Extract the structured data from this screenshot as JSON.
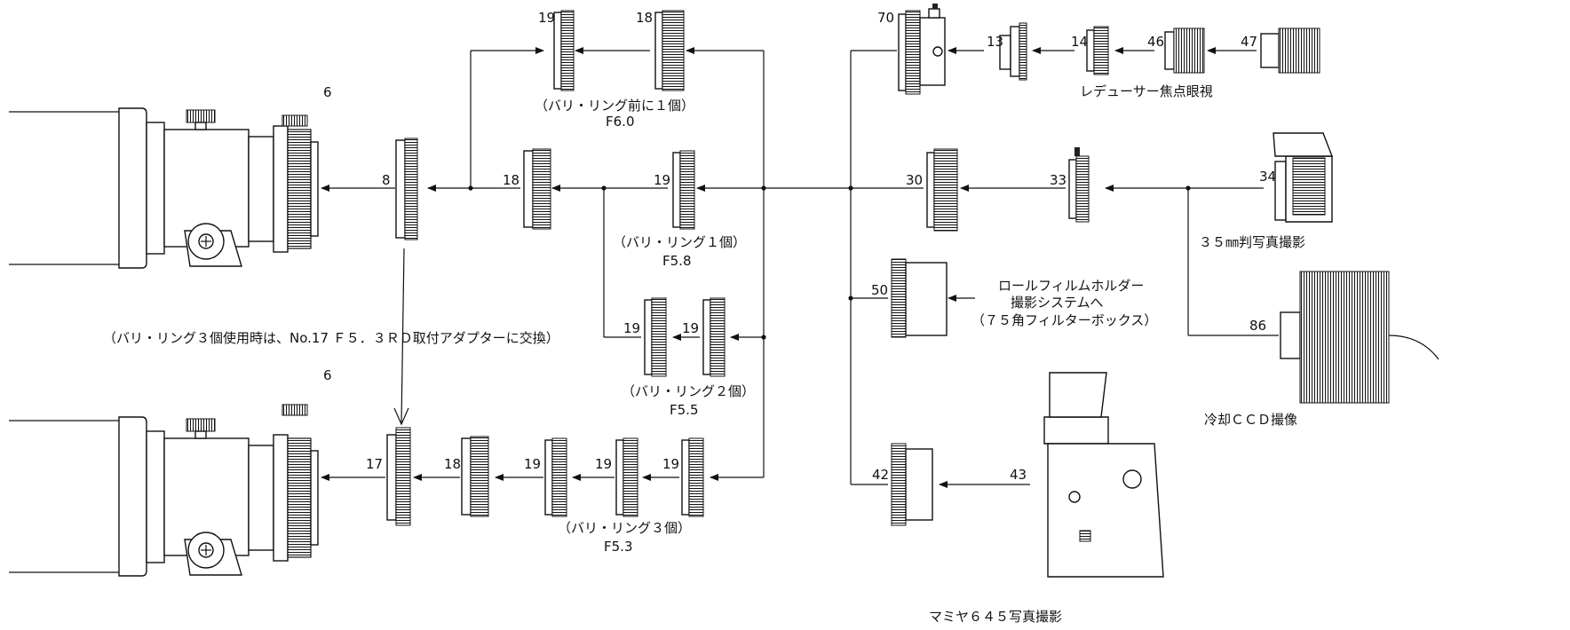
{
  "labels": {
    "n19a": "19",
    "n18a": "18",
    "n70": "70",
    "n13": "13",
    "n14": "14",
    "n46": "46",
    "n47": "47",
    "n6a": "6",
    "n8": "8",
    "n18b": "18",
    "n19b": "19",
    "n30": "30",
    "n33": "33",
    "n34": "34",
    "n50": "50",
    "n19c": "19",
    "n19d": "19",
    "n86": "86",
    "n6b": "6",
    "n17": "17",
    "n18c": "18",
    "n19e": "19",
    "n19f": "19",
    "n19g": "19",
    "n42": "42",
    "n43": "43"
  },
  "captions": {
    "vari1_front": "（バリ・リング前に１個）",
    "f60": "F6.0",
    "reducer": "レデューサー焦点眼視",
    "vari1": "（バリ・リング１個）",
    "f58": "F5.8",
    "film35": "３５㎜判写真撮影",
    "rollfilm1": "ロールフィルムホルダー",
    "rollfilm2": "撮影システムへ",
    "rollfilm3": "（７５角フィルターボックス）",
    "note": "（バリ・リング３個使用時は、No.17 Ｆ５．３ＲＤ取付アダプターに交換）",
    "vari2": "（バリ・リング２個）",
    "f55": "F5.5",
    "ccd": "冷却ＣＣＤ撮像",
    "vari3": "（バリ・リング３個）",
    "f53": "F5.3",
    "mamiya": "マミヤ６４５写真撮影"
  }
}
